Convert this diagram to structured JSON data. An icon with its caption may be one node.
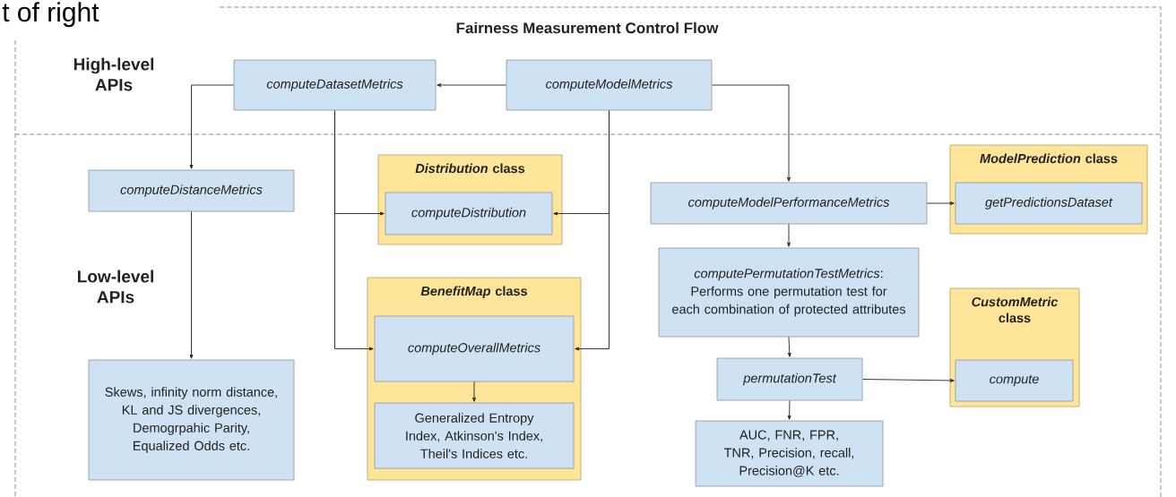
{
  "diagram": {
    "title": "Fairness Measurement Control Flow",
    "nodes": [
      {
        "text": [
          "computeDatasetMetrics"
        ]
      },
      {
        "text": [
          "computeModelMetrics"
        ]
      },
      {
        "text": [
          "computeDistanceMetrics"
        ]
      },
      {
        "text": [
          "*Distribution* class"
        ]
      },
      {
        "text": [
          "computeDistribution"
        ],
        "in": 3
      },
      {
        "text": [
          "computeModelPerformanceMetrics"
        ]
      },
      {
        "text": [
          "*ModelPrediction* class"
        ]
      },
      {
        "text": [
          "getPredictionsDataset"
        ],
        "in": 6
      },
      {
        "text": [
          "Skews, infinity norm distance, KL and JS divergences, Demogrpahic Parity, Equalized Odds etc."
        ]
      },
      {
        "text": [
          "*BenefitMap* class"
        ]
      },
      {
        "text": [
          "computeOverallMetrics"
        ],
        "in": 9
      },
      {
        "text": [
          "Generalized Entropy Index, Atkinson's Index, Theil's Indices etc."
        ],
        "in": 9
      },
      {
        "text": [
          "*computePermutationTestMetrics*: Performs one permutation test for each combination of protected attributes"
        ]
      },
      {
        "text": [
          "permutationTest"
        ]
      },
      {
        "text": [
          "*CustomMetric* class"
        ]
      },
      {
        "text": [
          "compute"
        ],
        "in": 14
      },
      {
        "text": [
          "AUC, FNR, FPR, TNR, Precision, recall, Precision@K etc."
        ]
      }
    ],
    "edges": [
      {
        "from": 1,
        "to": 0,
        "arrow": "to"
      },
      {
        "from": 0,
        "to": 2,
        "arrow": "to"
      },
      {
        "from": 0,
        "to": 4,
        "arrow": "to"
      },
      {
        "from": 0,
        "to": 10,
        "arrow": "to"
      },
      {
        "from": 1,
        "to": 4,
        "arrow": "to"
      },
      {
        "from": 1,
        "to": 10,
        "arrow": "to"
      },
      {
        "from": 1,
        "to": 5,
        "arrow": "to"
      },
      {
        "from": 2,
        "to": 8,
        "arrow": "to"
      },
      {
        "from": 10,
        "to": 11,
        "arrow": "to"
      },
      {
        "from": 5,
        "to": 7,
        "arrow": "to"
      },
      {
        "from": 5,
        "to": 12,
        "arrow": "to"
      },
      {
        "from": 12,
        "to": 13,
        "arrow": "to"
      },
      {
        "from": 13,
        "to": 15,
        "arrow": "to"
      },
      {
        "from": 13,
        "to": 16,
        "arrow": "to"
      }
    ],
    "labels": [
      "t of right",
      "High-level APIs",
      "Low-level APIs"
    ]
  }
}
